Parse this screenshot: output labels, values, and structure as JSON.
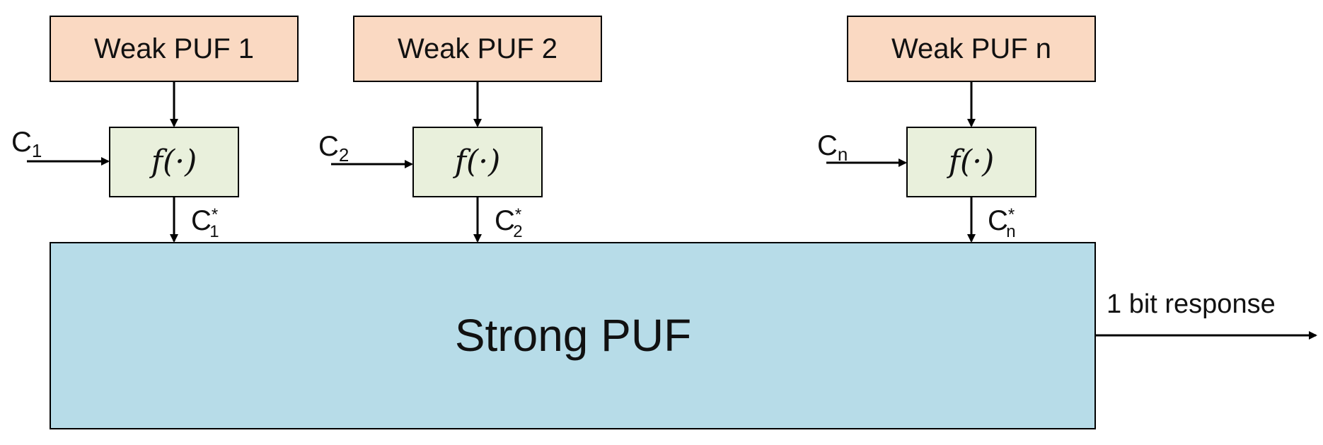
{
  "colors": {
    "weak_fill": "#fad9c2",
    "fn_fill": "#e9f0dc",
    "strong_fill": "#b7dce8",
    "stroke": "#000000"
  },
  "weak_pufs": [
    {
      "label": "Weak PUF 1",
      "challenge": "C",
      "challenge_sub": "1",
      "fn_label": "f(·)",
      "out_label": "C",
      "out_sub": "1",
      "out_sup": "*"
    },
    {
      "label": "Weak PUF 2",
      "challenge": "C",
      "challenge_sub": "2",
      "fn_label": "f(·)",
      "out_label": "C",
      "out_sub": "2",
      "out_sup": "*"
    },
    {
      "label": "Weak PUF n",
      "challenge": "C",
      "challenge_sub": "n",
      "fn_label": "f(·)",
      "out_label": "C",
      "out_sub": "n",
      "out_sup": "*"
    }
  ],
  "strong_puf": {
    "label": "Strong PUF"
  },
  "output": {
    "label": "1 bit response"
  }
}
